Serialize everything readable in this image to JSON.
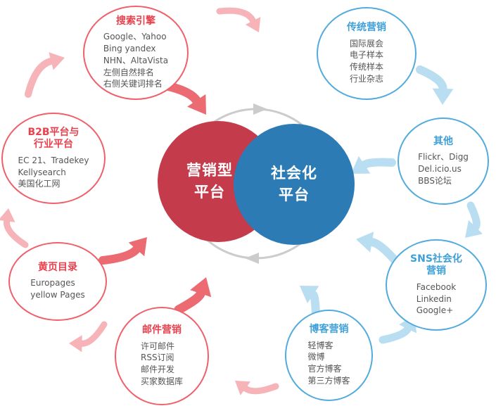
{
  "center": {
    "left": {
      "label": "营销型\n平台"
    },
    "right": {
      "label": "社会化\n平台"
    }
  },
  "nodes": {
    "search": {
      "title": "搜索引擎",
      "items": [
        "Google、Yahoo",
        "Bing yandex",
        "NHN、AltaVista",
        "左侧自然排名",
        "右侧关键词排名"
      ]
    },
    "traditional": {
      "title": "传统营销",
      "items": [
        "国际展会",
        "电子样本",
        "传统样本",
        "行业杂志"
      ]
    },
    "b2b": {
      "title": "B2B平台与\n行业平台",
      "items": [
        "EC 21、Tradekey",
        "Kellysearch",
        "美国化工网"
      ]
    },
    "other": {
      "title": "其他",
      "items": [
        "Flickr、Digg",
        "Del.icio.us",
        "BBS论坛"
      ]
    },
    "yellow": {
      "title": "黄页目录",
      "items": [
        "Europages",
        "yellow Pages"
      ]
    },
    "sns": {
      "title": "SNS社会化\n营销",
      "items": [
        "Facebook",
        "Linkedin",
        "Google+"
      ]
    },
    "email": {
      "title": "邮件营销",
      "items": [
        "许可邮件",
        "RSS订阅",
        "邮件开发",
        "买家数据库"
      ]
    },
    "blog": {
      "title": "博客营销",
      "items": [
        "轻博客",
        "微博",
        "官方博客",
        "第三方博客"
      ]
    }
  },
  "colors": {
    "center_red": "#c43b4c",
    "center_blue": "#2d7bb5",
    "red_border": "#f0606b",
    "red_title": "#e8414e",
    "blue_border": "#53abdd",
    "blue_title": "#3fa0d9",
    "item_text": "#555555",
    "arrow_pink": "#f6b3b8",
    "arrow_red": "#ec6b73",
    "arrow_blue": "#b9ddf1",
    "ring_gray": "#cccccc"
  }
}
